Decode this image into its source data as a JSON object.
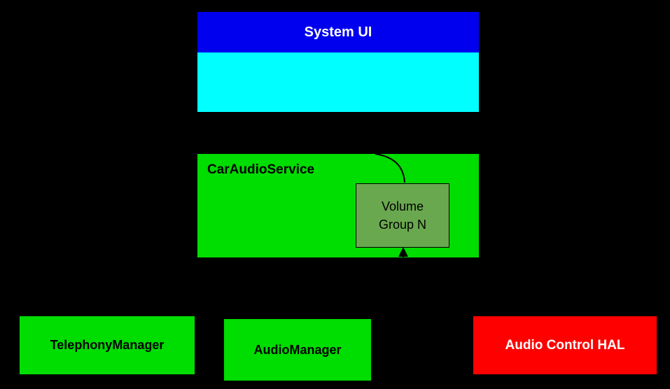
{
  "diagram": {
    "background_color": "#000000",
    "system_ui": {
      "label": "System UI",
      "header_color": "#0000ee",
      "body_color": "#00ffff",
      "text_color": "#ffffff"
    },
    "car_audio_service": {
      "label": "CarAudioService",
      "color": "#00dd00",
      "text_color": "#000000"
    },
    "volume_group": {
      "label_line1": "Volume",
      "label_line2": "Group N",
      "color": "#6aa84f",
      "border_color": "#000000",
      "text_color": "#000000"
    },
    "telephony_manager": {
      "label": "TelephonyManager",
      "color": "#00dd00",
      "text_color": "#000000"
    },
    "audio_manager": {
      "label": "AudioManager",
      "color": "#00dd00",
      "text_color": "#000000"
    },
    "audio_control_hal": {
      "label": "Audio Control HAL",
      "color": "#ff0000",
      "text_color": "#ffffff"
    },
    "connectors": {
      "curve_to_volume_group": "black curved line from top edge of CarAudioService into Volume Group N",
      "arrow_into_volume_group_bottom": "black upward arrowhead entering bottom of Volume Group N"
    }
  }
}
